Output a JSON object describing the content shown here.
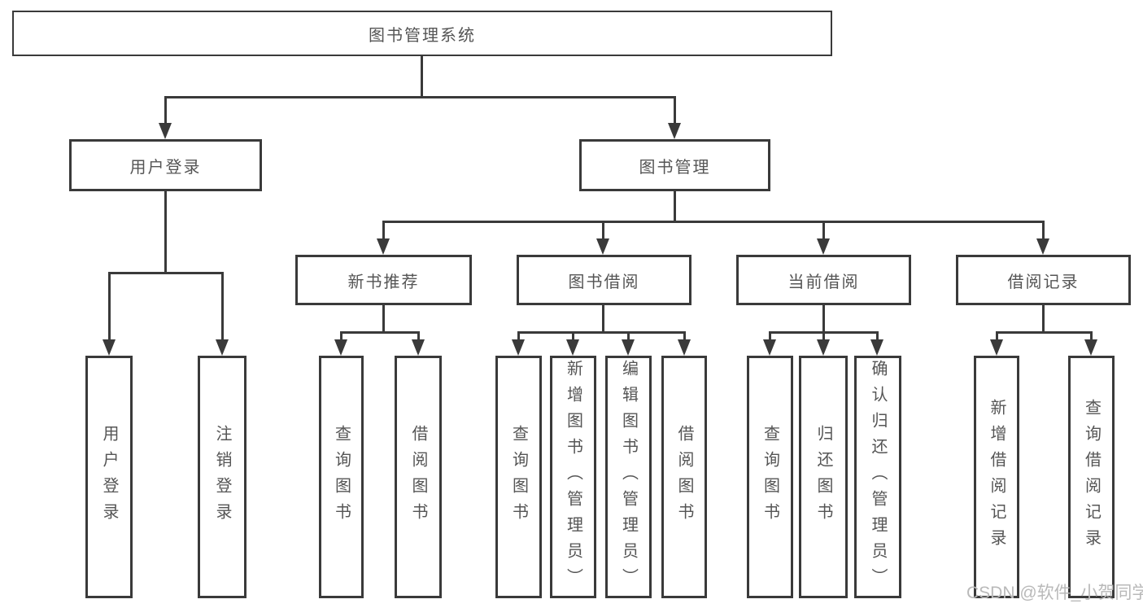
{
  "nodes": {
    "root": "图书管理系统",
    "user_login": "用户登录",
    "book_management": "图书管理",
    "new_book_recommend": "新书推荐",
    "book_borrow": "图书借阅",
    "current_borrow": "当前借阅",
    "borrow_record": "借阅记录",
    "leaf_user_login": "用户登录",
    "leaf_logout": "注销登录",
    "leaf_query_book_a": "查询图书",
    "leaf_borrow_book_a": "借阅图书",
    "leaf_query_book_b": "查询图书",
    "leaf_add_book": "新增图书（管理员）",
    "leaf_edit_book": "编辑图书（管理员）",
    "leaf_borrow_book_b": "借阅图书",
    "leaf_query_book_c": "查询图书",
    "leaf_return_book": "归还图书",
    "leaf_confirm_return": "确认归还（管理员）",
    "leaf_add_record": "新增借阅记录",
    "leaf_query_record": "查询借阅记录"
  },
  "hierarchy": {
    "图书管理系统": {
      "用户登录": [
        "用户登录",
        "注销登录"
      ],
      "图书管理": {
        "新书推荐": [
          "查询图书",
          "借阅图书"
        ],
        "图书借阅": [
          "查询图书",
          "新增图书（管理员）",
          "编辑图书（管理员）",
          "借阅图书"
        ],
        "当前借阅": [
          "查询图书",
          "归还图书",
          "确认归还（管理员）"
        ],
        "借阅记录": [
          "新增借阅记录",
          "查询借阅记录"
        ]
      }
    }
  },
  "watermark": "CSDN @软件_小贺同学",
  "colors": {
    "line": "#3a3a3a",
    "text": "#555555",
    "watermark": "#b9b9b9",
    "background": "#ffffff"
  }
}
